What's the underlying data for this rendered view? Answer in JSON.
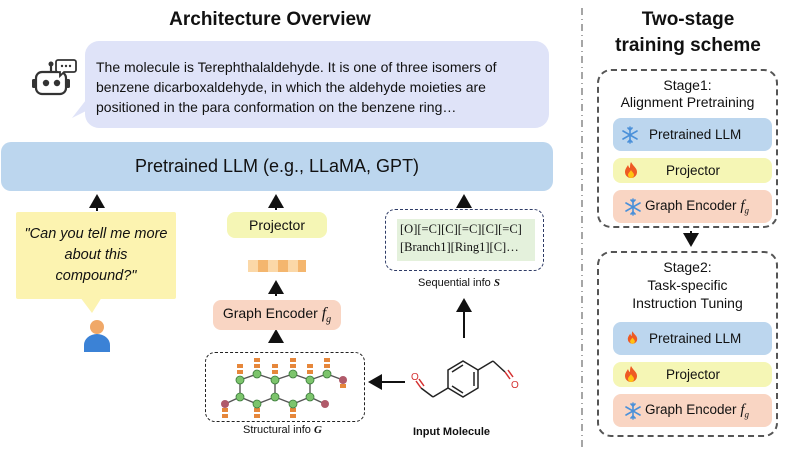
{
  "left_title": "Architecture Overview",
  "right_title_line1": "Two-stage",
  "right_title_line2": "training scheme",
  "output_text": "The molecule is Terephthalaldehyde. It is one of three isomers of benzene dicarboxaldehyde, in which the aldehyde moieties are positioned in the para conformation on the benzene ring…",
  "llm_label": "Pretrained LLM (e.g., LLaMA, GPT)",
  "question": "\"Can you tell me more about this compound?\"",
  "projector": "Projector",
  "graph_encoder": "Graph Encoder",
  "graph_encoder_sym": "f",
  "graph_encoder_sub": "g",
  "selfies_line1": "[O][=C][C][=C][C][=C]",
  "selfies_line2": "[Branch1][Ring1][C]…",
  "sequential_label": "Sequential info",
  "sequential_sym": "S",
  "structural_label": "Structural info",
  "structural_sym": "G",
  "input_molecule": "Input Molecule",
  "stage1": {
    "title_line1": "Stage1:",
    "title_line2": "Alignment Pretraining",
    "llm": "Pretrained LLM",
    "projector": "Projector",
    "encoder": "Graph Encoder"
  },
  "stage2": {
    "title_line1": "Stage2:",
    "title_line2": "Task-specific",
    "title_line3": "Instruction Tuning",
    "llm": "Pretrained LLM",
    "projector": "Projector",
    "encoder": "Graph Encoder"
  },
  "icons": [
    "robot-icon",
    "user-icon",
    "snowflake-icon",
    "fire-icon"
  ],
  "colors": {
    "llm_blue": "#bcd6ee",
    "projector_yellow": "#f5f6b5",
    "encoder_peach": "#f9d5c3",
    "question_yellow": "#fcf3b0",
    "selfies_green": "#e4f1dc",
    "bubble_lavender": "#dfe3f8"
  }
}
